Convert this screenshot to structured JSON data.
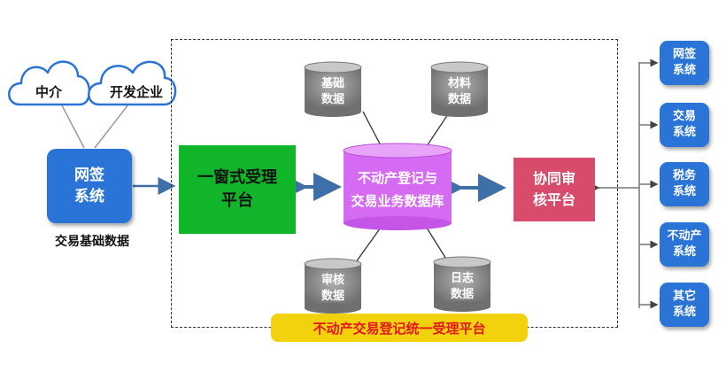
{
  "clouds": [
    {
      "label": "中介"
    },
    {
      "label": "开发企业"
    }
  ],
  "left_system": {
    "line1": "网签",
    "line2": "系统",
    "caption": "交易基础数据"
  },
  "window_platform": {
    "line1": "一窗式受理",
    "line2": "平台"
  },
  "central_db": {
    "line1": "不动产登记与",
    "line2": "交易业务数据库"
  },
  "satellite_dbs": [
    {
      "line1": "基础",
      "line2": "数据"
    },
    {
      "line1": "材料",
      "line2": "数据"
    },
    {
      "line1": "审核",
      "line2": "数据"
    },
    {
      "line1": "日志",
      "line2": "数据"
    }
  ],
  "review_platform": {
    "line1": "协同审",
    "line2": "核平台"
  },
  "right_systems": [
    {
      "line1": "网签",
      "line2": "系统"
    },
    {
      "line1": "交易",
      "line2": "系统"
    },
    {
      "line1": "税务",
      "line2": "系统"
    },
    {
      "line1": "不动产",
      "line2": "系统"
    },
    {
      "line1": "其它",
      "line2": "系统"
    }
  ],
  "platform_label": "不动产交易登记统一受理平台",
  "colors": {
    "system_blue": "#2a74d8",
    "window_green": "#11b52a",
    "review_red": "#d94b6a",
    "db_purple": "#d46bf2",
    "satellite_gray": "#8a8a8a",
    "arrow_blue": "#3e6fa8",
    "label_yellow": "#f2d20c",
    "label_red": "#e5151c"
  }
}
